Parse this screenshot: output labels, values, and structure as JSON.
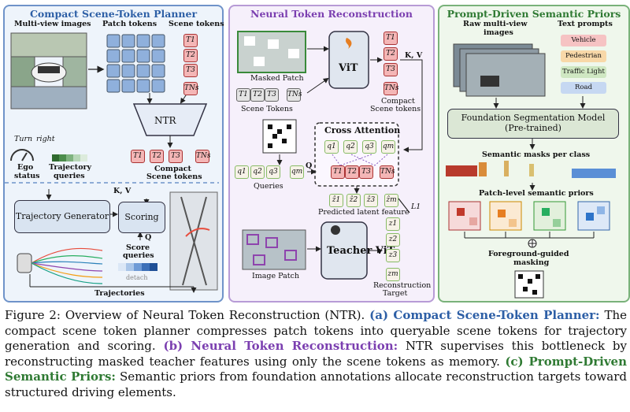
{
  "panel1": {
    "title": "Compact Scene-Token Planner",
    "multiview": "Multi-view images",
    "patch_tokens": "Patch tokens",
    "scene_tokens": "Scene tokens",
    "ntr": "NTR",
    "compact": "Compact",
    "compact2": "Scene tokens",
    "turn": "Turn",
    "right": "right",
    "ego": "Ego",
    "status": "status",
    "traj_q": "Trajectory",
    "traj_q2": "queries",
    "kv": "K, V",
    "traj_gen": "Trajectory Generator",
    "scoring": "Scoring",
    "q": "Q",
    "score_q": "Score",
    "score_q2": "queries",
    "detach": "detach",
    "trajectories": "Trajectories",
    "tokens": [
      "T1",
      "T2",
      "T3",
      "TNs"
    ]
  },
  "panel2": {
    "title": "Neural Token Reconstruction",
    "masked_patch": "Masked Patch",
    "vit": "ViT",
    "scene_tokens": "Scene Tokens",
    "compact": "Compact",
    "compact2": "Scene tokens",
    "kv": "K, V",
    "cross": "Cross Attention",
    "queries": "Queries",
    "q": "Q",
    "pred": "Predicted latent feature",
    "l1": "L1",
    "teacher": "Teacher ViT",
    "image_patch": "Image Patch",
    "recon": "Reconstruction",
    "target": "Target",
    "q_tokens": [
      "q1",
      "q2",
      "q3",
      "qm"
    ],
    "z_hat": [
      "ẑ1",
      "ẑ2",
      "ẑ3",
      "ẑm"
    ],
    "z": [
      "z1",
      "z2",
      "z3",
      "zm"
    ]
  },
  "panel3": {
    "title": "Prompt-Driven Semantic Priors",
    "raw": "Raw multi-view",
    "raw2": "images",
    "text_prompts": "Text prompts",
    "prompts": [
      "Vehicle",
      "Pedestrian",
      "Traffic Light",
      "Road"
    ],
    "foundation": "Foundation Segmentation Model",
    "foundation2": "(Pre-trained)",
    "sem_masks": "Semantic masks per class",
    "patch_priors": "Patch-level semantic priors",
    "fg1": "Foreground-guided",
    "fg2": "masking"
  },
  "caption": {
    "lead": "Figure 2: Overview of Neural Token Reconstruction (NTR). ",
    "a_label": "(a) Compact Scene-Token Planner:",
    "a_text": " The compact scene token planner compresses patch tokens into queryable scene tokens for trajectory generation and scoring. ",
    "b_label": "(b) Neural Token Reconstruction:",
    "b_text": " NTR supervises this bottleneck by reconstructing masked teacher features using only the scene tokens as memory. ",
    "c_label": "(c) Prompt-Driven Semantic Priors:",
    "c_text": " Semantic priors from foundation annotations allocate reconstruction targets toward structured driving elements."
  },
  "colors": {
    "blue": "#2d5fa6",
    "purple": "#7b3fb0",
    "green": "#2f7a33",
    "token": "#f4b6b6"
  }
}
